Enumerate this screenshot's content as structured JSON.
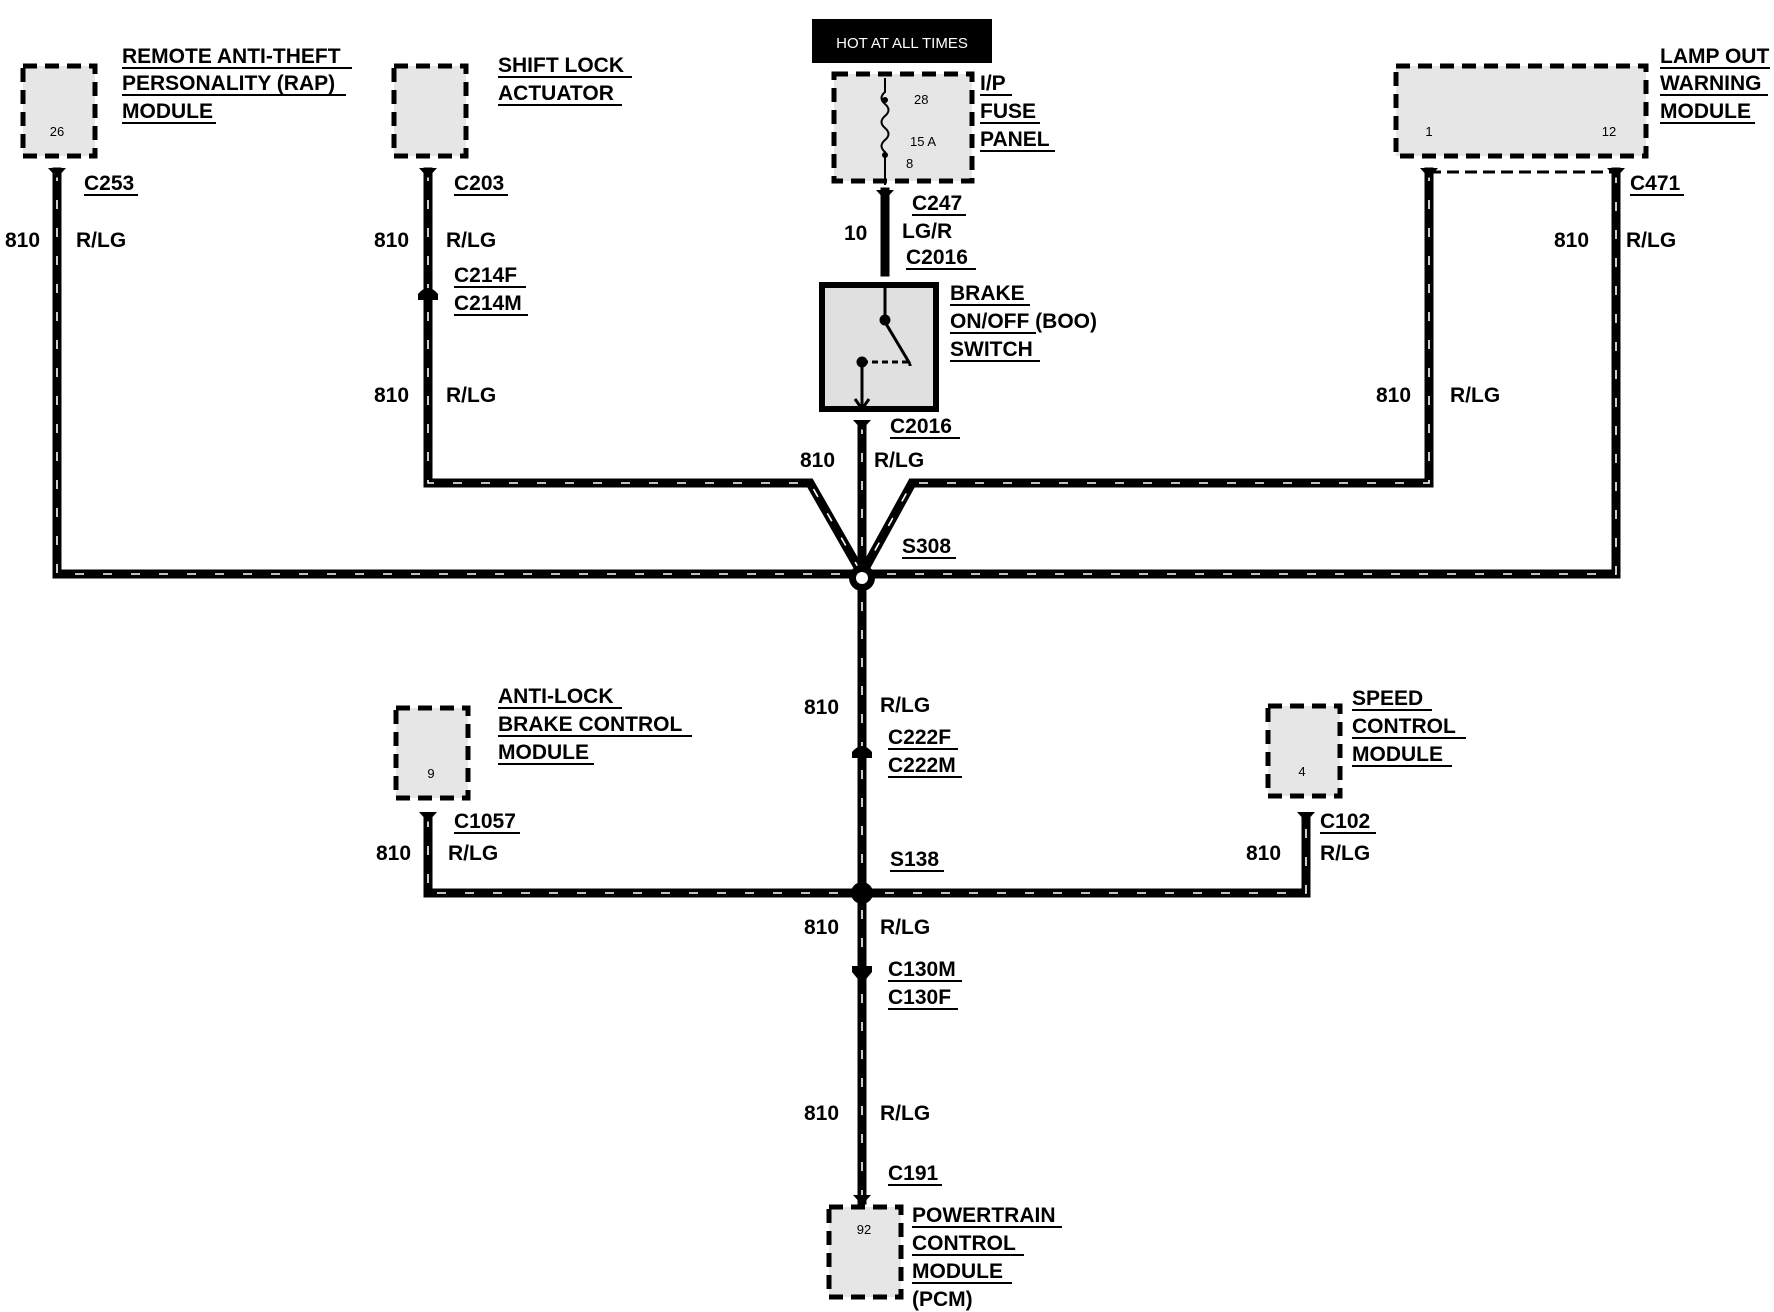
{
  "hot_banner": "HOT AT ALL TIMES",
  "components": {
    "rap_module": {
      "lines": [
        "REMOTE ANTI-THEFT",
        "PERSONALITY (RAP)",
        "MODULE"
      ],
      "pin": "26",
      "connector": "C253"
    },
    "shift_lock": {
      "lines": [
        "SHIFT LOCK",
        "ACTUATOR"
      ],
      "connector": "C203"
    },
    "fuse_panel": {
      "lines": [
        "I/P",
        "FUSE",
        "PANEL"
      ],
      "pin_top": "28",
      "rating": "15 A",
      "pin_bottom": "8",
      "connector": "C247"
    },
    "lamp_out": {
      "lines": [
        "LAMP OUT",
        "WARNING",
        "MODULE"
      ],
      "pin_left": "1",
      "pin_right": "12",
      "connector": "C471"
    },
    "boo_switch": {
      "lines": [
        "BRAKE",
        "ON/OFF (BOO)",
        "SWITCH"
      ],
      "connector_top": "C2016",
      "connector_bottom": "C2016"
    },
    "abs_module": {
      "lines": [
        "ANTI-LOCK",
        "BRAKE CONTROL",
        "MODULE"
      ],
      "pin": "9",
      "connector": "C1057"
    },
    "speed_control": {
      "lines": [
        "SPEED",
        "CONTROL",
        "MODULE"
      ],
      "pin": "4",
      "connector": "C102"
    },
    "pcm": {
      "lines": [
        "POWERTRAIN",
        "CONTROL",
        "MODULE",
        "(PCM)"
      ],
      "pin": "92",
      "connector": "C191"
    }
  },
  "inline_connectors": {
    "c214": [
      "C214F",
      "C214M"
    ],
    "c222": [
      "C222F",
      "C222M"
    ],
    "c130": [
      "C130M",
      "C130F"
    ]
  },
  "splices": {
    "s308": "S308",
    "s138": "S138"
  },
  "wires": {
    "circuit": "810",
    "color": "R/LG",
    "feed_circuit": "10",
    "feed_color": "LG/R"
  }
}
